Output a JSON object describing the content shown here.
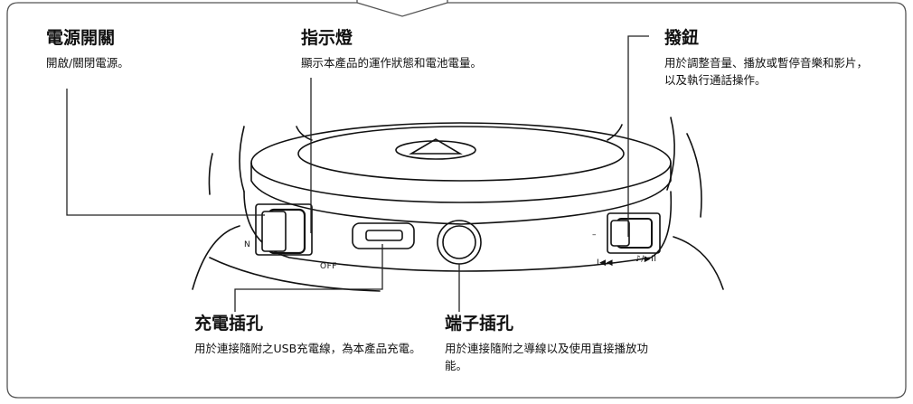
{
  "callouts": {
    "power": {
      "title": "電源開關",
      "desc": "開啟/關閉電源。"
    },
    "indicator": {
      "title": "指示燈",
      "desc": "顯示本產品的運作狀態和電池電量。"
    },
    "button": {
      "title": "撥鈕",
      "desc": "用於調整音量、播放或暫停音樂和影片，以及執行通話操作。"
    },
    "charge": {
      "title": "充電插孔",
      "desc": "用於連接隨附之USB充電線，為本產品充電。"
    },
    "terminal": {
      "title": "端子插孔",
      "desc": "用於連接隨附之導線以及使用直接播放功能。"
    }
  },
  "device_labels": {
    "off": "OFF",
    "on_partial": "N",
    "minus": "–",
    "prev": "I◀◀",
    "play": "♪/▶II"
  }
}
